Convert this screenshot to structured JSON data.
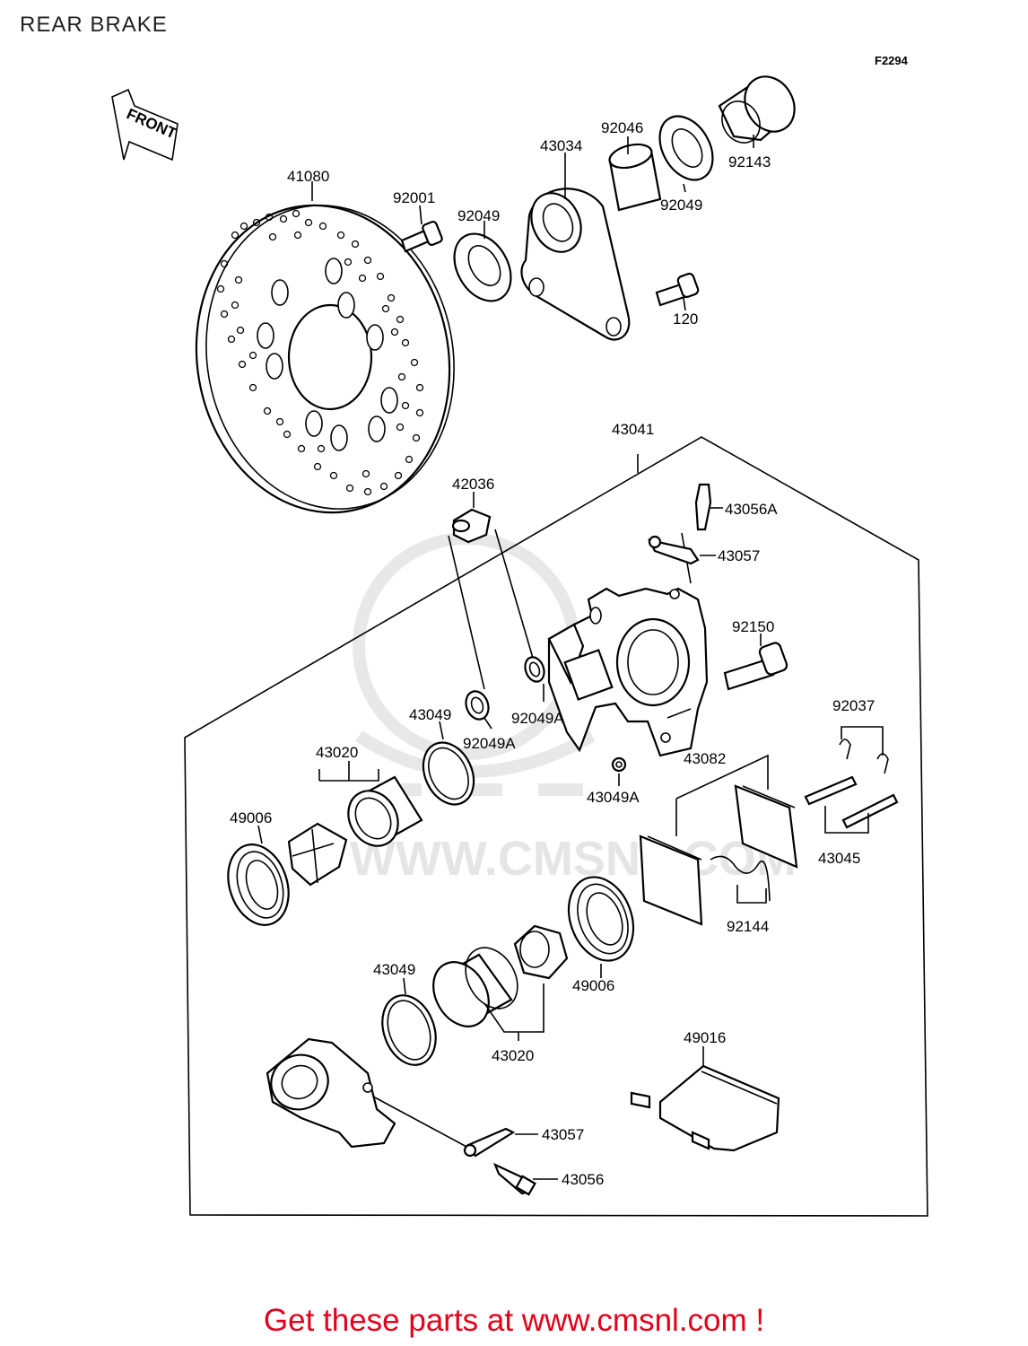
{
  "header": {
    "title": "REAR BRAKE",
    "figure_code": "F2294"
  },
  "front_arrow": {
    "label": "FRONT"
  },
  "watermark": {
    "text": "WWW.CMSNL.COM",
    "logo": "CMS"
  },
  "footer": {
    "text": "Get these parts at www.cmsnl.com !",
    "color": "#e2001a"
  },
  "parts": {
    "disc": "41080",
    "bolt_top": "92001",
    "seal_left": "92049",
    "torque_link": "43034",
    "collar": "92046",
    "seal_right": "92049",
    "sleeve": "92143",
    "bolt_small": "120",
    "caliper_assy": "43041",
    "bushing": "42036",
    "bleed_valve_a": "43056A",
    "cap_upper": "43057",
    "mount_bolt": "92150",
    "pin_clip": "92037",
    "boot_upper": "92049A",
    "boot_lower": "92049A",
    "seal_upper": "43049",
    "seal_small_a": "43049A",
    "pad_set": "43082",
    "piston_upper": "43020",
    "dust_seal_left": "49006",
    "pad_pin": "43045",
    "anti_rattle": "92144",
    "dust_seal_right": "49006",
    "seal_lower": "43049",
    "piston_lower": "43020",
    "pad_shim": "49016",
    "cap_lower": "43057",
    "bleed_valve": "43056"
  }
}
